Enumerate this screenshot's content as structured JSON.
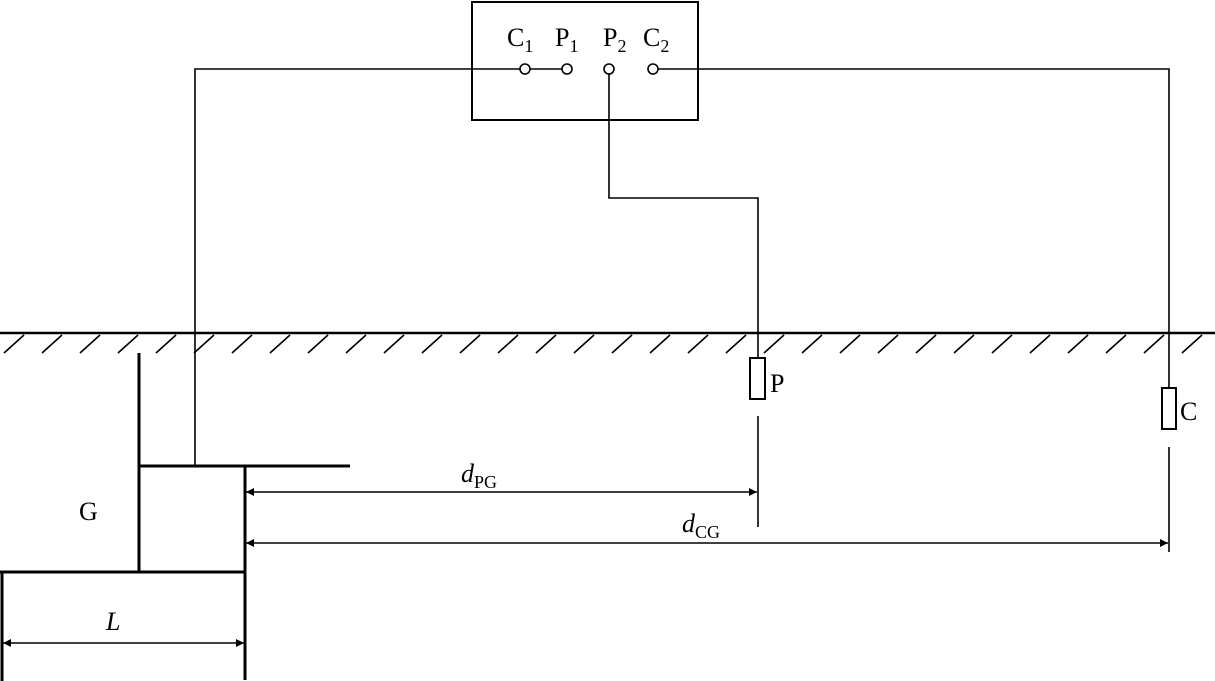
{
  "meter": {
    "terminals": [
      {
        "letter": "C",
        "sub": "1"
      },
      {
        "letter": "P",
        "sub": "1"
      },
      {
        "letter": "P",
        "sub": "2"
      },
      {
        "letter": "C",
        "sub": "2"
      }
    ]
  },
  "electrodes": {
    "potential": "P",
    "current": "C",
    "ground_grid": "G"
  },
  "dimensions": {
    "d_pg": {
      "var": "d",
      "sub": "PG"
    },
    "d_cg": {
      "var": "d",
      "sub": "CG"
    },
    "length": "L"
  },
  "colors": {
    "line": "#000000",
    "background": "#ffffff"
  }
}
